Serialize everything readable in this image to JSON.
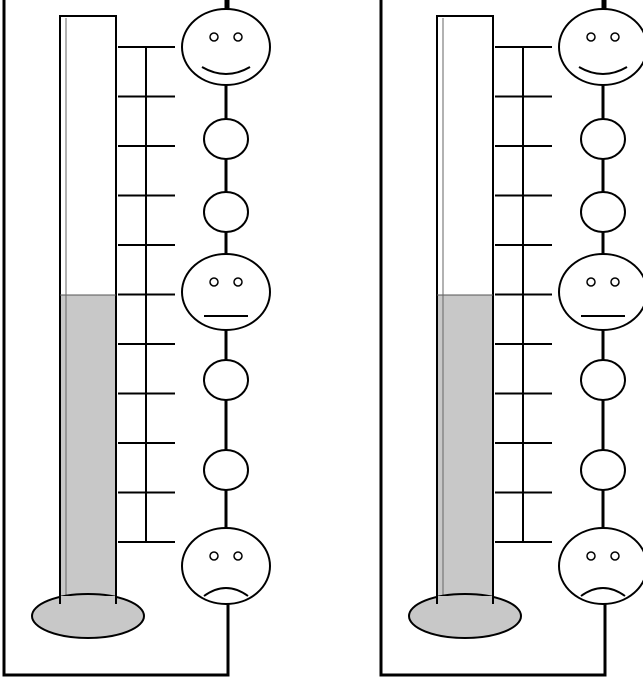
{
  "colors": {
    "background": "#ffffff",
    "stroke": "#000000",
    "fill": "#c8c8c8"
  },
  "thermometers": [
    {
      "id": "left",
      "fill_level": 0.5,
      "scale": {
        "ticks": 11,
        "faces": [
          "smiling-face",
          "blank",
          "blank",
          "neutral-face",
          "blank",
          "blank",
          "sad-face"
        ]
      }
    },
    {
      "id": "right",
      "fill_level": 0.5,
      "scale": {
        "ticks": 11,
        "faces": [
          "smiling-face",
          "blank",
          "blank",
          "neutral-face",
          "blank",
          "blank",
          "sad-face"
        ]
      }
    }
  ]
}
